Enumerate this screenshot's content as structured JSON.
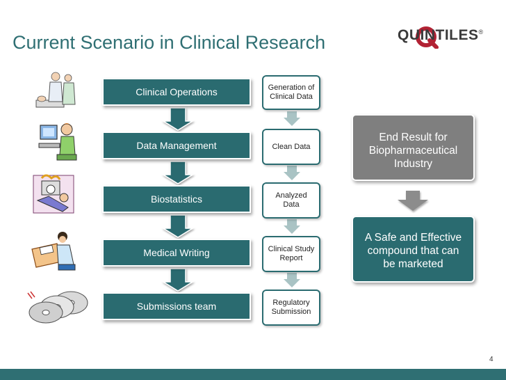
{
  "slide": {
    "title": "Current Scenario in Clinical Research",
    "page_number": "4"
  },
  "logo": {
    "text": "QUINTILES",
    "mark": "®"
  },
  "stages": [
    {
      "label": "Clinical Operations"
    },
    {
      "label": "Data Management"
    },
    {
      "label": "Biostatistics"
    },
    {
      "label": "Medical Writing"
    },
    {
      "label": "Submissions team"
    }
  ],
  "outputs": [
    {
      "line1": "Generation of",
      "line2": "Clinical Data"
    },
    {
      "line1": "Clean Data",
      "line2": ""
    },
    {
      "line1": "Analyzed",
      "line2": "Data"
    },
    {
      "line1": "Clinical Study",
      "line2": "Report"
    },
    {
      "line1": "Regulatory",
      "line2": "Submission"
    }
  ],
  "end_result": {
    "line1": "End Result for",
    "line2": "Biopharmaceutical",
    "line3": "Industry"
  },
  "safe_result": {
    "line1": "A Safe and Effective",
    "line2": "compound that can",
    "line3": "be marketed"
  },
  "colors": {
    "teal": "#2a6b70",
    "grey": "#7f7f7f",
    "logo_red": "#b22234",
    "arrow_grey": "#a6a6a6"
  },
  "icons": [
    "doctor-patient-clipart-icon",
    "computer-user-clipart-icon",
    "lab-equipment-clipart-icon",
    "writer-clipart-icon",
    "discs-clipart-icon"
  ]
}
